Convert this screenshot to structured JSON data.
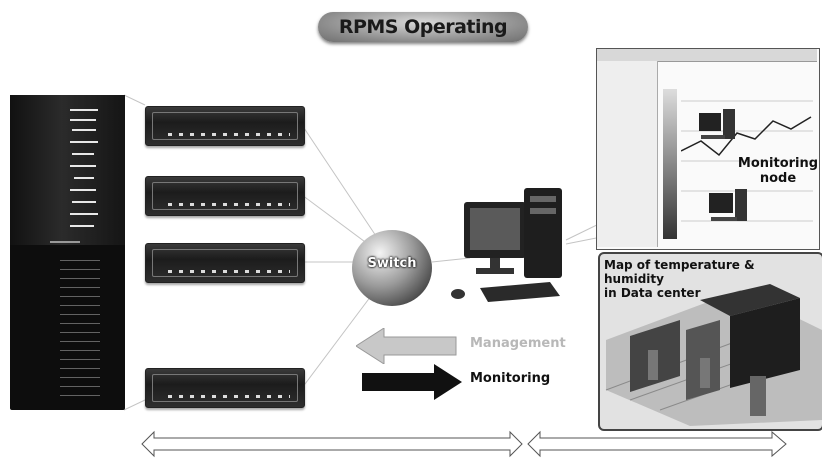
{
  "title": "RPMS Operating",
  "switch_label": "Switch",
  "monitoring_node_label_line1": "Monitoring",
  "monitoring_node_label_line2": "node",
  "map_label_line1": "Map of temperature & humidity",
  "map_label_line2": "in Data center",
  "legend": {
    "management": "Management",
    "monitoring": "Monitoring"
  },
  "colors": {
    "management_arrow": "#c8c8c8",
    "monitoring_arrow": "#111111",
    "management_text": "#b8b8b8",
    "monitoring_text": "#111111"
  }
}
